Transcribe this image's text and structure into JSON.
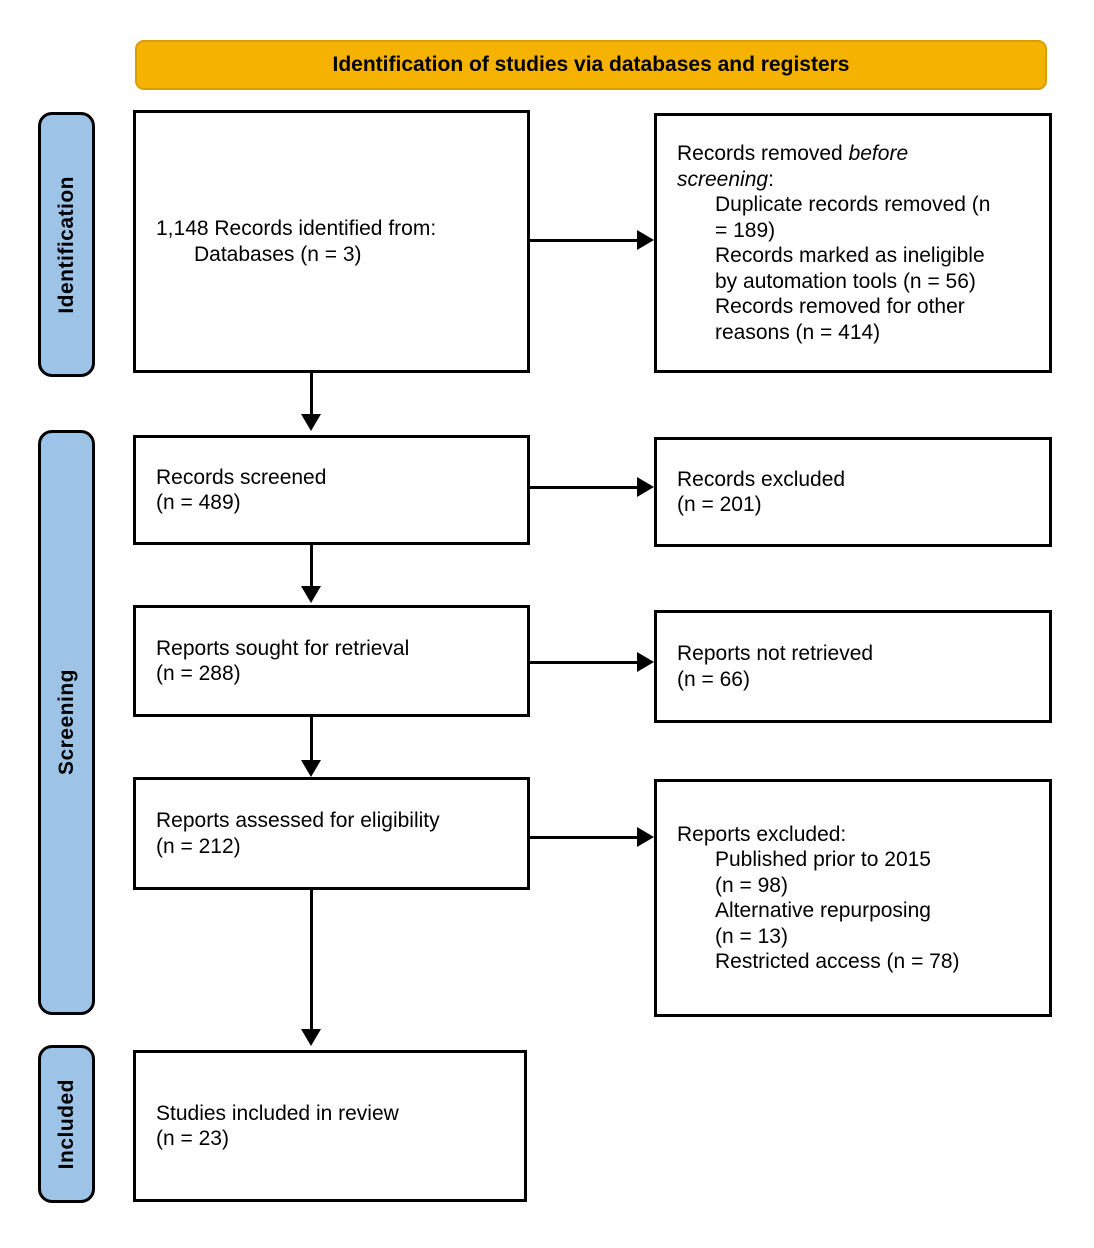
{
  "banner": {
    "title": "Identification of studies via databases and registers"
  },
  "stages": [
    {
      "id": "identification",
      "label": "Identification"
    },
    {
      "id": "screening",
      "label": "Screening"
    },
    {
      "id": "included",
      "label": "Included"
    }
  ],
  "colors": {
    "banner_fill": "#F5B201",
    "banner_border": "#DA9E01",
    "stage_fill": "#9DC3E6",
    "box_border": "#000000"
  },
  "boxes": [
    {
      "id": "records-identified",
      "lines": [
        {
          "runs": [
            {
              "text": "1,148 Records identified from:"
            }
          ]
        },
        {
          "indent": true,
          "runs": [
            {
              "text": "Databases (n = 3)"
            }
          ]
        }
      ]
    },
    {
      "id": "records-removed",
      "lines": [
        {
          "runs": [
            {
              "text": "Records removed "
            },
            {
              "text": "before",
              "italic": true
            }
          ]
        },
        {
          "runs": [
            {
              "text": "screening",
              "italic": true
            },
            {
              "text": ":"
            }
          ]
        },
        {
          "indent": true,
          "runs": [
            {
              "text": "Duplicate records removed (n"
            }
          ]
        },
        {
          "indent": true,
          "runs": [
            {
              "text": "= 189)"
            }
          ]
        },
        {
          "indent": true,
          "runs": [
            {
              "text": "Records marked as ineligible"
            }
          ]
        },
        {
          "indent": true,
          "runs": [
            {
              "text": "by automation tools (n = 56)"
            }
          ]
        },
        {
          "indent": true,
          "runs": [
            {
              "text": "Records removed for other"
            }
          ]
        },
        {
          "indent": true,
          "runs": [
            {
              "text": "reasons (n = 414)"
            }
          ]
        }
      ]
    },
    {
      "id": "records-screened",
      "lines": [
        {
          "runs": [
            {
              "text": "Records screened"
            }
          ]
        },
        {
          "runs": [
            {
              "text": "(n = 489)"
            }
          ]
        }
      ]
    },
    {
      "id": "records-excluded",
      "lines": [
        {
          "runs": [
            {
              "text": "Records excluded"
            }
          ]
        },
        {
          "runs": [
            {
              "text": "(n = 201)"
            }
          ]
        }
      ]
    },
    {
      "id": "reports-sought",
      "lines": [
        {
          "runs": [
            {
              "text": "Reports sought for retrieval"
            }
          ]
        },
        {
          "runs": [
            {
              "text": "(n = 288)"
            }
          ]
        }
      ]
    },
    {
      "id": "reports-not-retrieved",
      "lines": [
        {
          "runs": [
            {
              "text": "Reports not retrieved"
            }
          ]
        },
        {
          "runs": [
            {
              "text": "(n = 66)"
            }
          ]
        }
      ]
    },
    {
      "id": "reports-assessed",
      "lines": [
        {
          "runs": [
            {
              "text": "Reports assessed for eligibility"
            }
          ]
        },
        {
          "runs": [
            {
              "text": "(n = 212)"
            }
          ]
        }
      ]
    },
    {
      "id": "reports-excluded",
      "lines": [
        {
          "runs": [
            {
              "text": "Reports excluded:"
            }
          ]
        },
        {
          "indent": true,
          "runs": [
            {
              "text": "Published prior to 2015"
            }
          ]
        },
        {
          "indent": true,
          "runs": [
            {
              "text": "(n = 98)"
            }
          ]
        },
        {
          "indent": true,
          "runs": [
            {
              "text": "Alternative repurposing"
            }
          ]
        },
        {
          "indent": true,
          "runs": [
            {
              "text": "(n = 13)"
            }
          ]
        },
        {
          "indent": true,
          "runs": [
            {
              "text": "Restricted access (n = 78)"
            }
          ]
        }
      ]
    },
    {
      "id": "studies-included",
      "lines": [
        {
          "runs": [
            {
              "text": "Studies included in review"
            }
          ]
        },
        {
          "runs": [
            {
              "text": "(n = 23)"
            }
          ]
        }
      ]
    }
  ]
}
